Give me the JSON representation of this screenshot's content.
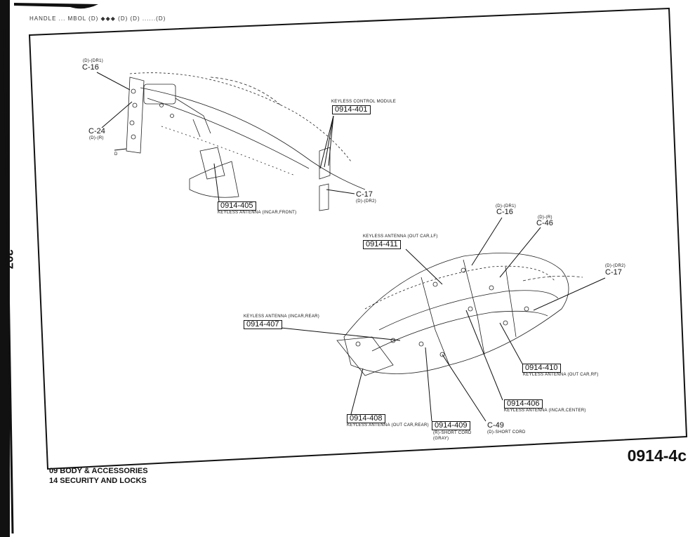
{
  "header": {
    "text": "HANDLE ... MBOL   (D)   ◆◆◆ (D)        (D)   ......(D)"
  },
  "page_number": "207",
  "figure_id": "0914-4c",
  "footer": {
    "line1": "09  BODY & ACCESSORIES",
    "line2": "14  SECURITY AND LOCKS"
  },
  "callouts": {
    "c16_top": {
      "code": "C-16",
      "note": "(D)-(DR1)"
    },
    "c24": {
      "code": "C-24",
      "note": "(D)-(R)"
    },
    "d_mark": {
      "code": "D"
    },
    "module": {
      "title": "KEYLESS CONTROL MODULE",
      "ref": "0914-401"
    },
    "c17_top": {
      "code": "C-17",
      "note": "(D)-(DR2)"
    },
    "front": {
      "ref": "0914-405",
      "title": "KEYLESS ANTENNA (INCAR,FRONT)"
    },
    "c16_bottom": {
      "code": "C-16",
      "note": "(D)-(DR1)"
    },
    "c46": {
      "code": "C-46",
      "note": "(D)-(R)"
    },
    "lf": {
      "title": "KEYLESS ANTENNA (OUT CAR,LF)",
      "ref": "0914-411"
    },
    "c17_bottom": {
      "code": "C-17",
      "note": "(D)-(DR2)"
    },
    "rear": {
      "title": "KEYLESS ANTENNA (INCAR,REAR)",
      "ref": "0914-407"
    },
    "rf": {
      "ref": "0914-410",
      "title": "KEYLESS ANTENNA (OUT CAR,RF)"
    },
    "center": {
      "ref": "0914-406",
      "title": "KEYLESS ANTENNA (INCAR,CENTER)"
    },
    "outrear": {
      "ref": "0914-408",
      "title": "KEYLESS ANTENNA (OUT CAR,REAR)"
    },
    "shortcord_r": {
      "ref": "0914-409",
      "line1": "(R)-SHORT CORD",
      "line2": "(GRAY)"
    },
    "c49": {
      "code": "C-49",
      "note": "(D)-SHORT CORD"
    }
  }
}
